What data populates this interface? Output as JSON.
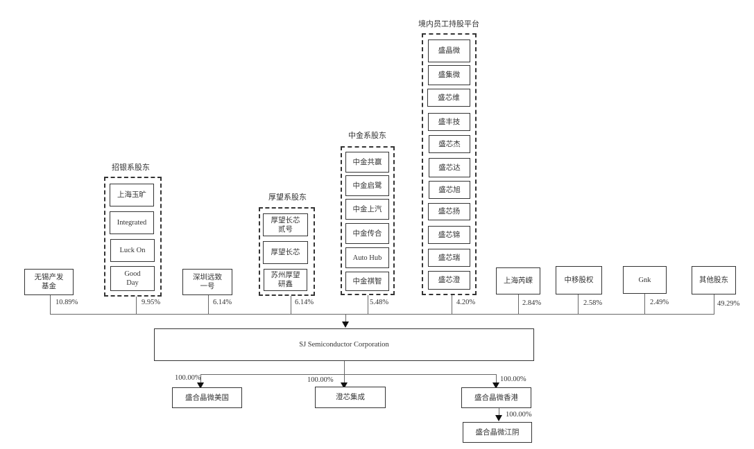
{
  "chart_data": {
    "type": "org-chart",
    "title": "",
    "company": "SJ Semiconductor Corporation",
    "shareholders": [
      {
        "name": "无锡产发\n基金",
        "pct": "10.89%"
      },
      {
        "group": "招银系股东",
        "members": [
          "上海玉旷",
          "Integrated",
          "Luck On",
          "Good\nDay"
        ],
        "pct": "9.95%"
      },
      {
        "name": "深圳远致\n一号",
        "pct": "6.14%"
      },
      {
        "group": "厚望系股东",
        "members": [
          "厚望长芯\n贰号",
          "厚望长芯",
          "苏州厚望\n研鑫"
        ],
        "pct": "6.14%"
      },
      {
        "group": "中金系股东",
        "members": [
          "中金共赢",
          "中金启鹭",
          "中金上汽",
          "中金传合",
          "Auto Hub",
          "中金祺智"
        ],
        "pct": "5.48%"
      },
      {
        "group": "境内员工持股平台",
        "members": [
          "盛晶微",
          "盛集微",
          "盛芯维",
          "盛丰技",
          "盛芯杰",
          "盛芯达",
          "盛芯旭",
          "盛芯扬",
          "盛芯锦",
          "盛芯瑞",
          "盛芯澄"
        ],
        "pct": "4.20%"
      },
      {
        "name": "上海芮嵘",
        "pct": "2.84%"
      },
      {
        "name": "中移股权",
        "pct": "2.58%"
      },
      {
        "name": "Gnk",
        "pct": "2.49%"
      },
      {
        "name": "其他股东",
        "pct": "49.29%"
      }
    ],
    "subsidiaries": [
      {
        "name": "盛合晶微美国",
        "pct": "100.00%"
      },
      {
        "name": "澄芯集成",
        "pct": "100.00%"
      },
      {
        "name": "盛合晶微香港",
        "pct": "100.00%",
        "children": [
          {
            "name": "盛合晶微江阴",
            "pct": "100.00%"
          }
        ]
      }
    ]
  },
  "wuxi": {
    "label": "无锡产发\n基金",
    "pct": "10.89%"
  },
  "zhaoyin": {
    "title": "招银系股东",
    "members": [
      "上海玉旷",
      "Integrated",
      "Luck On",
      "Good\nDay"
    ],
    "pct": "9.95%"
  },
  "shenzhen": {
    "label": "深圳远致\n一号",
    "pct": "6.14%"
  },
  "houwang": {
    "title": "厚望系股东",
    "members": [
      "厚望长芯\n贰号",
      "厚望长芯",
      "苏州厚望\n研鑫"
    ],
    "pct": "6.14%"
  },
  "zhongjin": {
    "title": "中金系股东",
    "members": [
      "中金共赢",
      "中金启鹭",
      "中金上汽",
      "中金传合",
      "Auto Hub",
      "中金祺智"
    ],
    "pct": "5.48%"
  },
  "esop": {
    "title": "境内员工持股平台",
    "members": [
      "盛晶微",
      "盛集微",
      "盛芯维",
      "盛丰技",
      "盛芯杰",
      "盛芯达",
      "盛芯旭",
      "盛芯扬",
      "盛芯锦",
      "盛芯瑞",
      "盛芯澄"
    ],
    "pct": "4.20%"
  },
  "ruirong": {
    "label": "上海芮嵘",
    "pct": "2.84%"
  },
  "zhongyi": {
    "label": "中移股权",
    "pct": "2.58%"
  },
  "gnk": {
    "label": "Gnk",
    "pct": "2.49%"
  },
  "others": {
    "label": "其他股东",
    "pct": "49.29%"
  },
  "company": {
    "label": "SJ Semiconductor Corporation"
  },
  "subs": {
    "us": {
      "label": "盛合晶微美国",
      "pct": "100.00%"
    },
    "chengxin": {
      "label": "澄芯集成",
      "pct": "100.00%"
    },
    "hk": {
      "label": "盛合晶微香港",
      "pct": "100.00%"
    },
    "jiangyin": {
      "label": "盛合晶微江阴",
      "pct": "100.00%"
    }
  }
}
